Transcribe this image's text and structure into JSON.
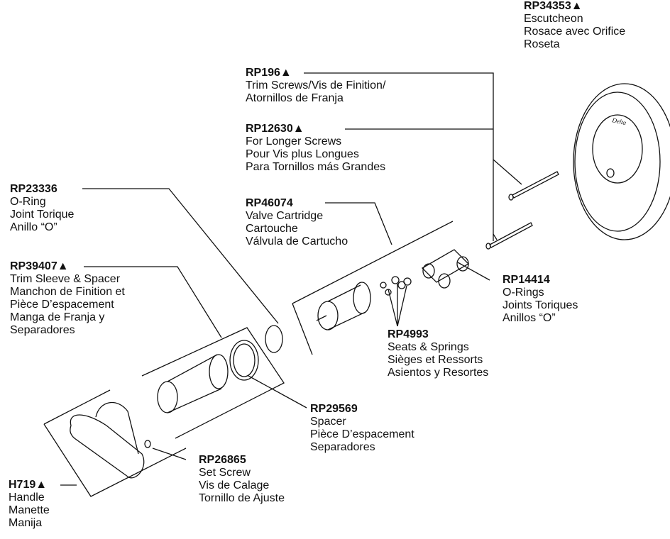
{
  "parts": [
    {
      "id": "rp34353",
      "part_no": "RP34353",
      "tri": true,
      "lines": [
        "Escutcheon",
        "Rosace avec Orifice",
        "Roseta"
      ]
    },
    {
      "id": "rp196",
      "part_no": "RP196",
      "tri": true,
      "lines": [
        "Trim Screws/Vis de Finition/",
        "Atornillos de Franja"
      ]
    },
    {
      "id": "rp12630",
      "part_no": "RP12630",
      "tri": true,
      "lines": [
        "For Longer Screws",
        "Pour Vis plus Longues",
        "Para Tornillos más Grandes"
      ]
    },
    {
      "id": "rp23336",
      "part_no": "RP23336",
      "tri": false,
      "lines": [
        "O-Ring",
        "Joint Torique",
        "Anillo “O”"
      ]
    },
    {
      "id": "rp46074",
      "part_no": "RP46074",
      "tri": false,
      "lines": [
        "Valve Cartridge",
        "Cartouche",
        "Válvula de Cartucho"
      ]
    },
    {
      "id": "rp39407",
      "part_no": "RP39407",
      "tri": true,
      "lines": [
        "Trim Sleeve & Spacer",
        "Manchon de Finition et",
        "Pièce D’espacement",
        "Manga de Franja y",
        "Separadores"
      ]
    },
    {
      "id": "rp14414",
      "part_no": "RP14414",
      "tri": false,
      "lines": [
        "O-Rings",
        "Joints Toriques",
        "Anillos “O”"
      ]
    },
    {
      "id": "rp4993",
      "part_no": "RP4993",
      "tri": false,
      "lines": [
        "Seats & Springs",
        "Sièges et Ressorts",
        "Asientos y Resortes"
      ]
    },
    {
      "id": "rp29569",
      "part_no": "RP29569",
      "tri": false,
      "lines": [
        "Spacer",
        "Pièce D’espacement",
        "Separadores"
      ]
    },
    {
      "id": "rp26865",
      "part_no": "RP26865",
      "tri": false,
      "lines": [
        "Set Screw",
        "Vis de Calage",
        "Tornillo de Ajuste"
      ]
    },
    {
      "id": "h719",
      "part_no": "H719",
      "tri": true,
      "lines": [
        "Handle",
        "Manette",
        "Manija"
      ]
    }
  ],
  "brand": "Delta",
  "tri_symbol": "▲"
}
